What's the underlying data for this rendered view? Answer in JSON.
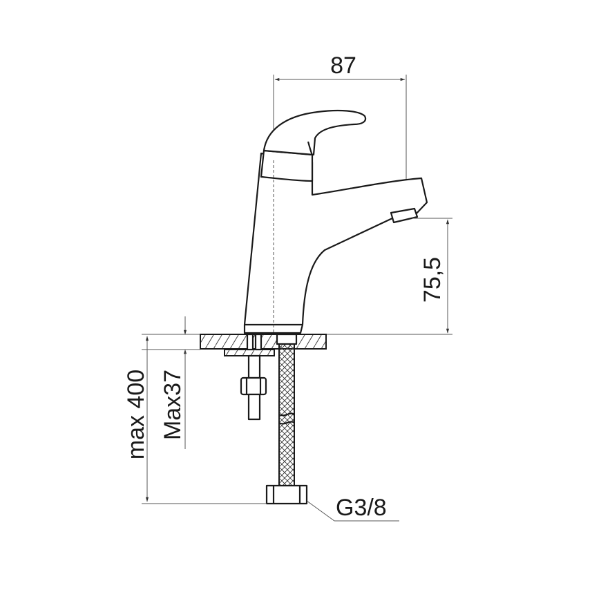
{
  "diagram": {
    "dimensions": {
      "width_label": "87",
      "spout_height_label": "75,5",
      "hose_length_label": "max 400",
      "deck_thickness_label": "Max37",
      "thread_label": "G3/8"
    }
  }
}
